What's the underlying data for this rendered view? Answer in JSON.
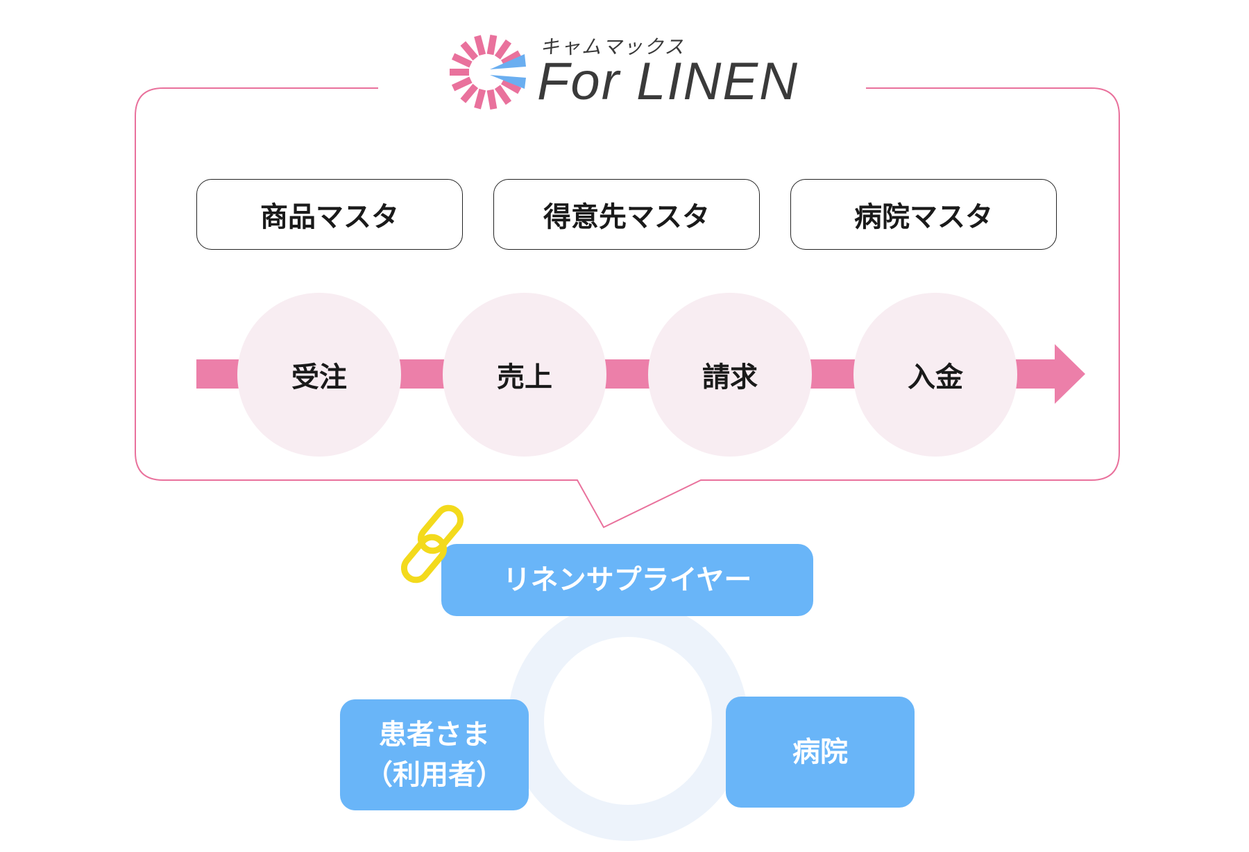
{
  "logo": {
    "subtitle": "キャムマックス",
    "name": "For LINEN"
  },
  "masters": [
    {
      "label": "商品マスタ"
    },
    {
      "label": "得意先マスタ"
    },
    {
      "label": "病院マスタ"
    }
  ],
  "flow_steps": [
    {
      "label": "受注"
    },
    {
      "label": "売上"
    },
    {
      "label": "請求"
    },
    {
      "label": "入金"
    }
  ],
  "bottom": {
    "supplier": "リネンサプライヤー",
    "patient_line1": "患者さま",
    "patient_line2": "（利用者）",
    "hospital": "病院"
  },
  "colors": {
    "bubble_border": "#e9719c",
    "flow_pink": "#ec7fa9",
    "circle_fill": "#f8edf2",
    "box_blue": "#69b5f8",
    "ring": "#edf3fb",
    "link_yellow": "#f3da1c",
    "logo_pink": "#e9719c",
    "logo_blue": "#6aaef0"
  },
  "icons": {
    "logo_mark": "sunburst-logo-icon",
    "link": "chain-link-icon"
  }
}
